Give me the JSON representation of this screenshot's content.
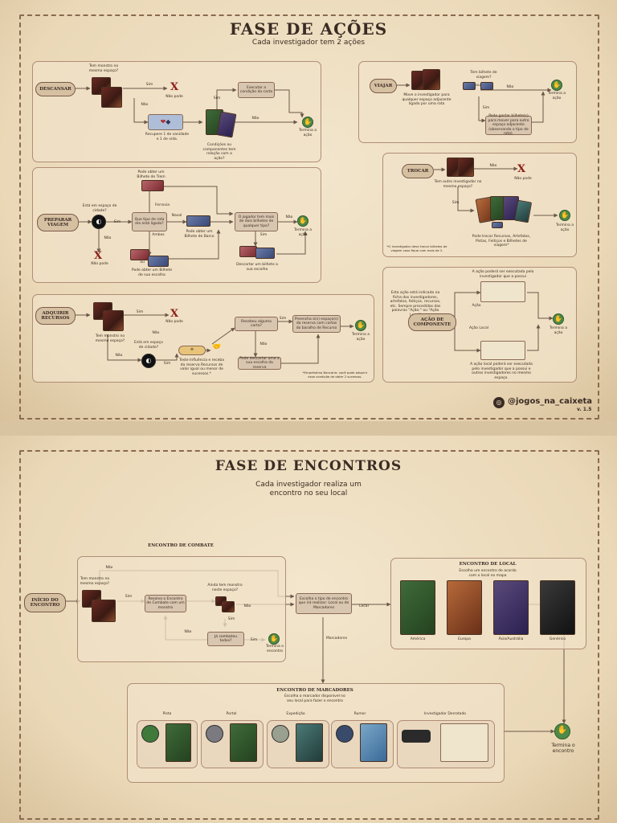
{
  "acoes": {
    "title": "FASE DE AÇÕES",
    "subtitle": "Cada investigador tem 2 ações",
    "descansar": {
      "label": "DESCANSAR",
      "q_monster": "Tem monstro no mesmo espaço?",
      "sim": "Sim",
      "nao": "Não",
      "nao_pode": "Não pode",
      "recover": "Recupere 1 de sanidade e 1 de vida.",
      "conditions": "Condições ou componentes tem relação com a ação?",
      "sim2": "Sim",
      "nao2": "Não",
      "execute": "Executar a condição da carta",
      "end": "Termina a ação"
    },
    "viajar": {
      "label": "VIAJAR",
      "move": "Move o investigador para qualquer espaço adjacente ligado por uma rota",
      "q_ticket": "Tem bilhete de viagem?",
      "ou": "ou",
      "nao": "Não",
      "sim": "Sim",
      "use_ticket": "Pode gastar bilhete(s) para mover para outro espaço adjacente (observando o tipo de rota).",
      "end": "Termina a ação"
    },
    "trocar": {
      "label": "TROCAR",
      "q_other": "Tem outro investigador no mesmo espaço?",
      "nao": "Não",
      "nao_pode": "Não pode",
      "sim": "Sim",
      "trade": "Pode trocar Recursos, Artefatos, Pistas, Feitiços e Bilhetes de viagem*",
      "end": "Termina a ação",
      "note": "*O investigador deve trocar bilhetes de viagem caso fique com mais de 2."
    },
    "preparar": {
      "label": "PREPARAR VIAGEM",
      "q_city": "Está em espaço de cidade?",
      "sim": "Sim",
      "nao": "Não",
      "nao_pode": "Não pode",
      "train_ticket": "Pode obter um Bilhete de Trem",
      "ferrovia": "Ferrovia",
      "q_route": "Que tipo de rota ele está ligado?",
      "naval": "Naval",
      "ambos": "Ambos",
      "boat_ticket": "Pode obter um Bilhete de Barco",
      "q_two": "O jogador tem mais de dois bilhetes de qualquer tipo?",
      "nao2": "Não",
      "sim2": "Sim",
      "discard": "Descartar um bilhete a sua escolha",
      "ou": "ou",
      "either": "Pode obter um Bilhete de sua escolha",
      "end": "Termina a ação"
    },
    "adquirir": {
      "label": "ADQUIRIR RECURSOS",
      "q_monster": "Tem monstro no mesmo espaço?",
      "sim": "Sim",
      "nao_pode": "Não pode",
      "nao": "Não",
      "q_city": "Está em espaço de cidade?",
      "nao2": "Não",
      "sim2": "Sim",
      "influence": "Teste Influência e receba da reserva Recursos de valor igual ou menor de sucessos.*",
      "q_card": "Recebeu alguma carta?",
      "sim3": "Sim",
      "refill": "Preencha o(s) espaço(s) da reserva com cartas do baralho de Recurso",
      "nao3": "Não",
      "discard": "Pode descartar uma a sua escolha da reserva",
      "end": "Termina a ação",
      "note": "*Empréstimo Bancário: você pode adquirir essa condição de obter 2 sucessos."
    },
    "componente": {
      "label": "AÇÃO DE COMPONENTE",
      "desc": "Esta ação está indicada na ficha dos investigadores, artefatos, feitiços, recursos, etc. Sempre precedidas das palavras \"Ação:\" ou \"Ação Local\"",
      "top": "A ação poderá ser executada pelo investigador que a possui",
      "acao": "Ação",
      "acao_local": "Ação Local",
      "bottom": "A ação local poderá ser executada pelo investigador que a possui e outros investigadores no mesmo espaço.",
      "end": "Termina a ação"
    },
    "handle": "@jogos_na_caixeta",
    "version": "v. 1.5"
  },
  "encontros": {
    "title": "FASE DE ENCONTROS",
    "subtitle_1": "Cada investigador realiza um",
    "subtitle_2": "encontro no seu local",
    "inicio": "INÍCIO DO ENCONTRO",
    "combate_title": "ENCONTRO DE COMBATE",
    "q_monster": "Tem monstro no mesmo espaço?",
    "nao_top": "Não",
    "sim": "Sim",
    "resolve": "Resolva o Encontro de Combate com um monstro",
    "q_still": "Ainda tem monstro neste espaço?",
    "nao2": "Não",
    "sim2": "Sim",
    "q_all": "Já combateu todos?",
    "nao3": "Não",
    "sim3": "Sim",
    "end_small": "Termina o encontro",
    "choose": "Escolha o tipo de encontro que irá realizar: Local ou de Marcadores",
    "local": "Local",
    "marcadores": "Marcadores",
    "local_title": "ENCONTRO DE LOCAL",
    "local_sub": "Escolha um encontro de acordo com o local no mapa",
    "regions": [
      "América",
      "Europa",
      "Ásia/Austrália",
      "Genérico"
    ],
    "marc_title": "ENCONTRO DE MARCADORES",
    "marc_sub": "Escolha o marcador disponível no seu local para fazer o encontro",
    "markers": [
      "Pista",
      "Portal",
      "Expedição",
      "Rumor",
      "Investigador Derrotado"
    ],
    "end": "Termina o encontro"
  }
}
